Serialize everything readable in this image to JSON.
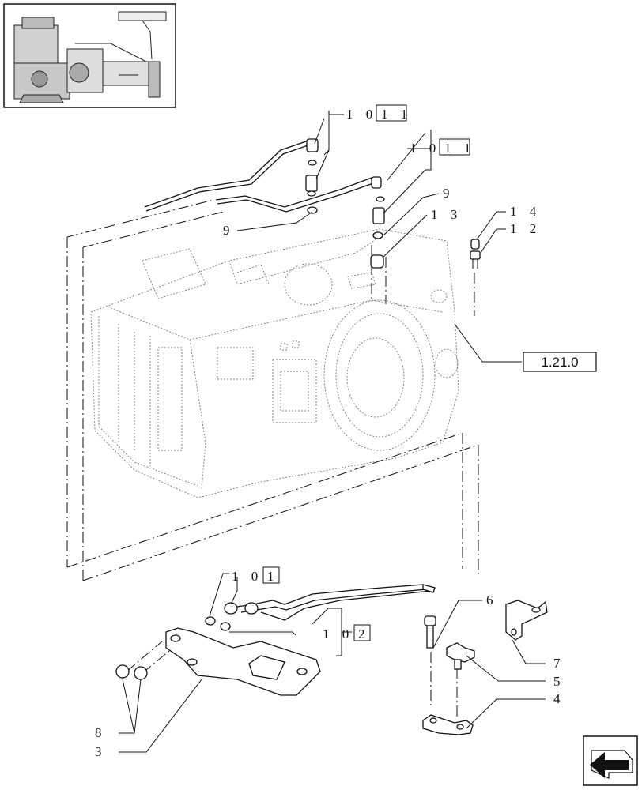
{
  "diagram": {
    "callouts": {
      "c1011a_pre": "1 0",
      "c1011a_box": "1 1",
      "c1011b_pre": "1 0",
      "c1011b_box": "1 1",
      "c9a": "9",
      "c9b": "9",
      "c13": "1 3",
      "c14": "1 4",
      "c12": "1 2",
      "c101_pre": "1 0",
      "c101_box": "1",
      "c102_pre": "1 0",
      "c102_box": "2",
      "c6": "6",
      "c7": "7",
      "c5": "5",
      "c4": "4",
      "c8": "8",
      "c3": "3"
    },
    "reference_box": "1.21.0"
  }
}
